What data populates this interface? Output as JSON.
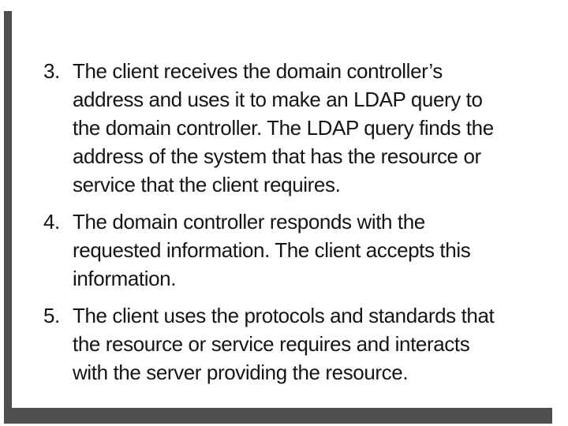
{
  "slide": {
    "backing_color": "#4e4e4e",
    "text_color": "#151515",
    "background_color": "#ffffff",
    "list": {
      "items": [
        {
          "number": "3.",
          "lines": [
            "The client receives the domain controller’s",
            "address and uses it to make an LDAP query to",
            "the domain controller. The LDAP query finds the",
            "address of the system that has the resource or",
            "service that the client requires."
          ]
        },
        {
          "number": "4.",
          "lines": [
            "The domain controller responds with the",
            "requested information. The client accepts this",
            "information."
          ]
        },
        {
          "number": "5.",
          "lines": [
            "The client uses the protocols and standards that",
            "the resource or service requires and interacts",
            "with the server providing the resource."
          ]
        }
      ]
    }
  }
}
